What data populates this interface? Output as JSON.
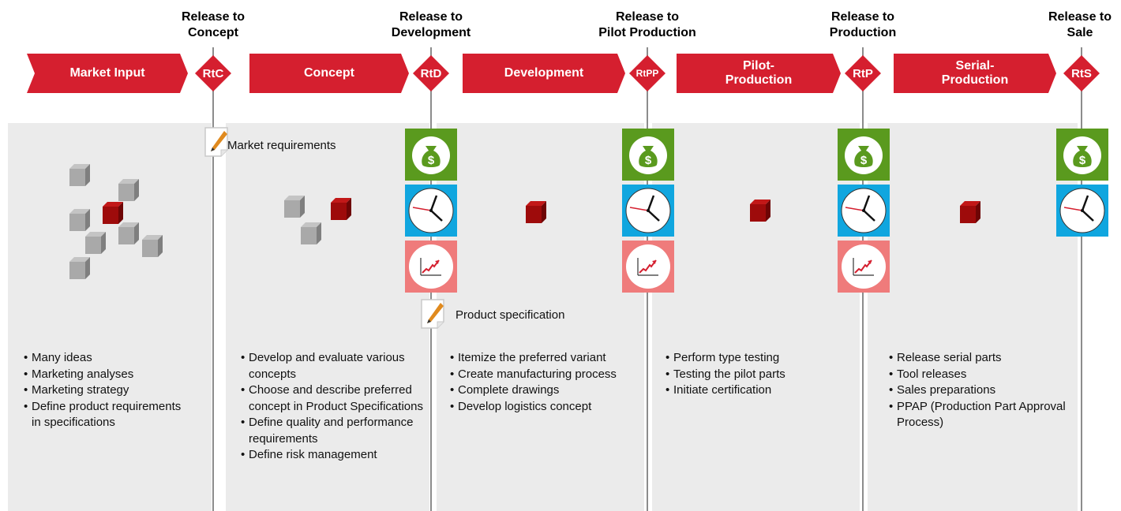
{
  "gates": [
    {
      "abbr": "RtC",
      "title": "Release to\nConcept"
    },
    {
      "abbr": "RtD",
      "title": "Release to\nDevelopment"
    },
    {
      "abbr": "RtPP",
      "title": "Release to\nPilot Production"
    },
    {
      "abbr": "RtP",
      "title": "Release to\nProduction"
    },
    {
      "abbr": "RtS",
      "title": "Release to\nSale"
    }
  ],
  "phases": [
    {
      "label": "Market Input"
    },
    {
      "label": "Concept"
    },
    {
      "label": "Development"
    },
    {
      "label": "Pilot-\nProduction"
    },
    {
      "label": "Serial-\nProduction"
    }
  ],
  "documents": [
    {
      "label": "Market requirements"
    },
    {
      "label": "Product specification"
    }
  ],
  "activities": [
    [
      "Many ideas",
      "Marketing analyses",
      "Marketing strategy",
      "Define product requirements in specifications"
    ],
    [
      "Develop and evaluate various concepts",
      "Choose and describe preferred concept in Product Specifications",
      "Define quality and performance requirements",
      "Define risk management"
    ],
    [
      "Itemize the preferred variant",
      "Create manufacturing process",
      "Complete drawings",
      "Develop logistics concept"
    ],
    [
      "Perform type testing",
      "Testing the pilot parts",
      "Initiate certification"
    ],
    [
      "Release serial parts",
      "Tool releases",
      "Sales preparations",
      "PPAP (Production Part Approval Process)"
    ]
  ],
  "icons": {
    "money": "money-bag-icon",
    "time": "clock-icon",
    "trend": "trend-chart-icon",
    "document": "pencil-document-icon",
    "idea": "cube-icon"
  },
  "colors": {
    "brand_red": "#d51f2f",
    "panel_gray": "#ebebeb",
    "money_green": "#5a9a1e",
    "clock_blue": "#10a6df",
    "trend_pink": "#ef7b7b",
    "cube_dark_red": "#9e0b0b",
    "cube_gray": "#9a9a9a"
  }
}
